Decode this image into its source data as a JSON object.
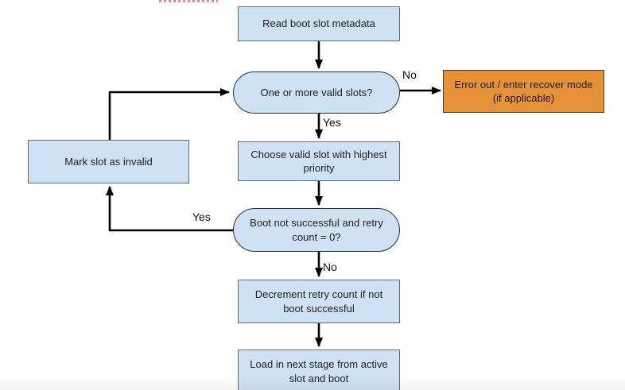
{
  "diagram": {
    "type": "flowchart",
    "title": "",
    "nodes": [
      {
        "id": "read-metadata",
        "shape": "rect",
        "fill": "#cfe2f3",
        "label": "Read boot slot metadata"
      },
      {
        "id": "valid-slots",
        "shape": "stadium",
        "fill": "#cfe2f3",
        "label": "One or more valid slots?"
      },
      {
        "id": "error-out",
        "shape": "rect",
        "fill": "#e69138",
        "label": "Error out / enter recover mode (if applicable)"
      },
      {
        "id": "choose-slot",
        "shape": "rect",
        "fill": "#cfe2f3",
        "label": "Choose valid slot with highest priority"
      },
      {
        "id": "mark-invalid",
        "shape": "rect",
        "fill": "#cfe2f3",
        "label": "Mark slot as invalid"
      },
      {
        "id": "boot-check",
        "shape": "stadium",
        "fill": "#cfe2f3",
        "label": "Boot not successful and retry count = 0?"
      },
      {
        "id": "decrement",
        "shape": "rect",
        "fill": "#cfe2f3",
        "label": "Decrement retry count if not boot successful"
      },
      {
        "id": "load-boot",
        "shape": "rect",
        "fill": "#cfe2f3",
        "label": "Load in next stage from active slot and boot"
      }
    ],
    "edges": [
      {
        "from": "read-metadata",
        "to": "valid-slots",
        "label": ""
      },
      {
        "from": "valid-slots",
        "to": "error-out",
        "label": "No"
      },
      {
        "from": "valid-slots",
        "to": "choose-slot",
        "label": "Yes"
      },
      {
        "from": "choose-slot",
        "to": "boot-check",
        "label": ""
      },
      {
        "from": "boot-check",
        "to": "mark-invalid",
        "label": "Yes"
      },
      {
        "from": "mark-invalid",
        "to": "valid-slots",
        "label": ""
      },
      {
        "from": "boot-check",
        "to": "decrement",
        "label": "No"
      },
      {
        "from": "decrement",
        "to": "load-boot",
        "label": ""
      }
    ]
  },
  "colors": {
    "node_fill_blue": "#cfe2f3",
    "node_fill_orange": "#e69138",
    "node_border_rect": "#5f6b7a",
    "node_border_stadium": "#2a2f35",
    "connector": "#000000",
    "top_edge_artifact_red": "#e98a8a"
  }
}
